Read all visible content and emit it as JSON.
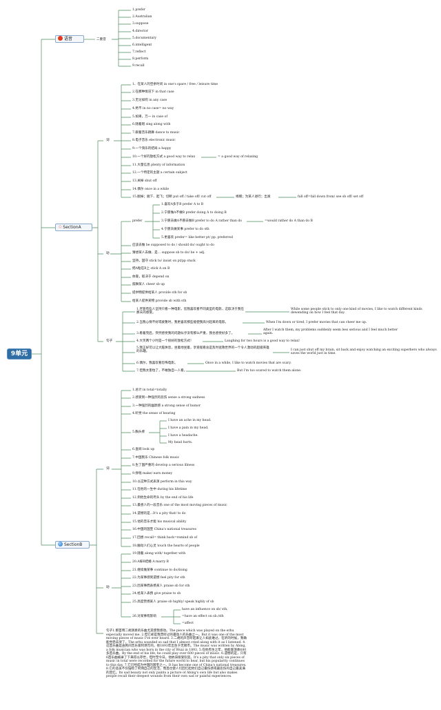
{
  "root": {
    "title": "9单元"
  },
  "sections": {
    "pron": "语音",
    "pron_sub": "二重音",
    "a": "SectionA",
    "b": "SectionB",
    "phrase": "词",
    "sent": "句子",
    "verb": "动",
    "verb_prefer": "prefer"
  },
  "stress_words": [
    "1.prefer",
    "2.Australian",
    "3.suppose",
    "4.director",
    "5.documentary",
    "6.intelligent",
    "7.reflect",
    "8.perform",
    "9.recall"
  ],
  "a_phrases": [
    "1、在某人的空余时间 in one's spare / free / leisure time",
    "2.在那种情况下 in that case",
    "3.无论如何 in any case",
    "4.绝不 in no case= no way",
    "5.如果，万一 in case of",
    "6.随着唱 sing along with",
    "7.跟着音乐跳舞 dance to music",
    "8.电子音乐 electronic music",
    "9.一个快乐的结局 a happy",
    "10.一个好的放松方式 a good way to relax",
    "11.大量信息 plenty of information",
    "12.一个特定的主题 a certain subject",
    "13.关掉 shut off",
    "14.偶尔 once in a while",
    "15.脱掉；脱下、起飞；切断 put off / take off/ cut off"
  ],
  "a_phrase_extra": {
    "relax": "= a good way of relaxing",
    "give": "捐赠；为某人进行；出发",
    "fall": "fall off=fall down from/ see sb off/ set off"
  },
  "prefer_items": [
    "1.喜欢A多于B prefer A to B",
    "2.宁愿做A不做B prefer doing A to doing B",
    "3.宁愿去做A不愿去做B prefer to do A rather than do",
    "4.宁愿去做某事 prefer to do sth",
    "5.更喜欢 prefer= like better pt/ pp. preferred"
  ],
  "prefer_extra": "=would rather do A than do B",
  "a_verbs": [
    "应该去做 be supposed to do / should do/ ought to do",
    "猜想某人去做、是... suppose sb to do/ be + adj.",
    "坚持，固守 stick to/ insist on pt/pp stuck",
    "把A粘在B上 stick A on B",
    "依靠，取决于 depend on",
    "鼓舞某人 cheer sb up",
    "提供物提供给某人 provide sth for sb",
    "给某人提供某物 provide sb with sth"
  ],
  "a_sentences": [
    {
      "cn": "1.尽管有些人坚持只看一种电影，您我喜欢看不同类型的电影，这取决于我在那天的感受。",
      "en": "While some people stick to only one kind of movies, I like to watch different kinds dewending on how I feel that day."
    },
    {
      "cn": "2.当我心情不好或疲惫时，我更喜欢那些能使我高兴起来的电影。",
      "en": "When I'm down or tired, I prefer movies that can cheer me up."
    },
    {
      "cn": "3.看着完后，突然感觉我的问题似乎没有那么严重，我也感觉好多了。",
      "en": "After I watch them, my problems suddenly seem less serious and I feel much better again."
    },
    {
      "cn": "4.大笑两个小时是一个很好的放松方式！",
      "en": "Laughing for two hours is a good way to relax!"
    },
    {
      "cn": "5.我正好可以让大脑休息，坐着地坐着，享受观看总是及时拯救世界的一个令人激动的超级英雄的乐趣。",
      "en": "I can just shut off my brain, sit back and enjoy watching an exciting superhero who always saves the world just in time."
    },
    {
      "cn": "6.偶尔，我喜欢看恐怖电影。",
      "en": "Once in a while, I like to watch movies that are scary."
    },
    {
      "cn": "7.但我太害怕了，不敢独自一人看。",
      "en": "But I'm too scared to watch them alone."
    }
  ],
  "b_phrases": [
    "1.总计 in total=totally",
    "2.感受到一种强烈的悲伤 sense a strong sadness",
    "3.一种强烈的幽默感 a strong sense of humor",
    "4.听觉 the sense of hearing",
    "5.胸头疼",
    "6.查阅 look up",
    "7.中国民乐 Chinese folk music",
    "8.生了国严重的 develop a serious illness",
    "9.挣钱 make/ earn money",
    "10.以这种方式表演 perform in this way",
    "11.在他的一生中 during his lifetime",
    "12.到他生命的尽头 by the end of his life",
    "13.最感人的一段音乐 one of the most moving pieces of music",
    "14.遗憾的是...It's a pity that/ to do",
    "15.他的音乐才能 his musical ability",
    "16.中国的国宝 China's national treasures",
    "17.回想 recall= think back=remind sb of",
    "18.触动人们心灵 touch the hearts of people"
  ],
  "headache": [
    "I have an ache in my head.",
    "I have a pain in my head.",
    "I have a headache.",
    "My head hurts."
  ],
  "b_verbs": [
    "19.随着 along with/ together with",
    "20.A嫁B结婚 A marry B",
    "21.继续做某事 continue to do/doing",
    "22.为某事感到遗憾 feel pity for sth",
    "23.因某事而表扬某人 praise sb for sth",
    "24.给某人表扬 give praise to sb",
    "25.高度赞扬某人 praise sb highly/ speak highly of sb",
    "26.对某事有影响"
  ],
  "influence": [
    "have an influence on sb/ sth,",
    "=have an effect on sb./sth",
    "=affect"
  ],
  "b_paragraph": "句子1.那首用二胡演奏的乐曲尤其使我感动。The piece which was played on the erhu especially moved me. 2.但它却是我曾听过的最动人的乐曲之一。But it was one of the most moving pieces of music I've ever heard. 3.二胡的声音听起来让人如此难过，在听的时候，我确能觉悉去哭了。The erhu sounded so sad that I almost cried along with it as I listened. 4.这首乐曲是由民间音乐家阿炳写的，他1893年出生于无锡市。The music was written by Abing, a folk musician who was born in the city of Wuxi in 1893. 5.在他有生之年，他能靠演奏680多首乐曲。By the end of his life, he could play over 600 pieces of music. 6.遗憾的是，只有6首乐曲被录了下来得以存世，但时至今日，他依旧很受欢迎。It's a pity that only six pieces of music in total were recorded for the future world to hear, but his popularity continues to this day. 7.它已经成为中国的国宝之一。It has become one of China's national treasures. 8.它的悲美不仅描绘了阿炳自己的生活，而且也使人们回忆起他们自己最伤感或最悲伤的自己最美满的回忆。Its sad beauty not only paints a picture of Abing's own life but also makes people recall their deepest wounds from their own sad or painful experiences."
}
